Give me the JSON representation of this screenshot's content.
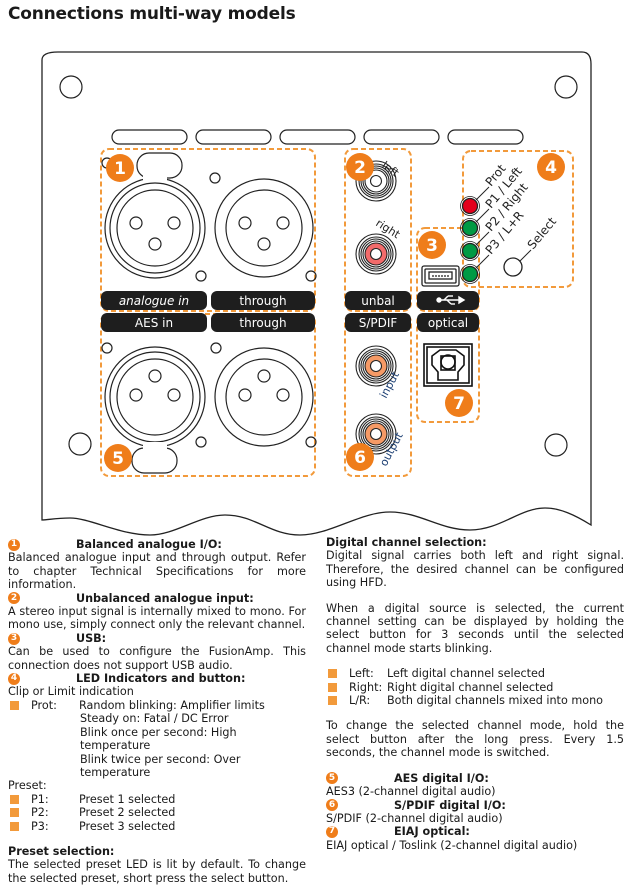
{
  "page_title": "Connections multi-way models",
  "accent_color": "#ef7d1a",
  "panel": {
    "callouts": [
      "1",
      "2",
      "3",
      "4",
      "5",
      "6",
      "7"
    ],
    "labels": {
      "analogue_in": "analogue in",
      "through_top": "through",
      "aes_in": "AES in",
      "through_bottom": "through",
      "unbal": "unbal",
      "spdif": "S/PDIF",
      "optical": "optical",
      "usb_icon": "usb-icon"
    },
    "rca_labels": {
      "left": "left",
      "right": "right",
      "input": "input",
      "output": "output"
    },
    "leds": [
      {
        "label": "Prot",
        "color": "#e3001b"
      },
      {
        "label": "P1 / Left",
        "color": "#009a44"
      },
      {
        "label": "P2 / Right",
        "color": "#009a44"
      },
      {
        "label": "P3 / L+R",
        "color": "#009a44"
      }
    ],
    "select_label": "Select",
    "colors": {
      "rca_red": "#f26b6b",
      "rca_orange": "#f59a66",
      "dash": "#f29a3b",
      "label_bg": "#1e1e1e"
    }
  },
  "left_col": {
    "s1": {
      "num": "1",
      "title": "Balanced analogue I/O:",
      "body": "Balanced analogue input and through output. Refer to chapter Technical Specifications for more information."
    },
    "s2": {
      "num": "2",
      "title": "Unbalanced analogue input:",
      "body": "A stereo input signal is internally mixed to mono. For mono use, simply connect only the relevant channel."
    },
    "s3": {
      "num": "3",
      "title": "USB:",
      "body": "Can be used to configure the FusionAmp. This connection does not support USB audio."
    },
    "s4": {
      "num": "4",
      "title": "LED Indicators and button:",
      "intro": "Clip or Limit indication",
      "prot_key": "Prot:",
      "prot_lines": [
        "Random blinking: Amplifier limits",
        "Steady on: Fatal / DC Error",
        "Blink once per second: High temperature",
        "Blink twice per second: Over temperature"
      ],
      "preset_label": "Preset:",
      "presets": [
        {
          "k": "P1:",
          "v": "Preset 1 selected"
        },
        {
          "k": "P2:",
          "v": "Preset 2 selected"
        },
        {
          "k": "P3:",
          "v": "Preset 3 selected"
        }
      ]
    },
    "preset_selection": {
      "title": "Preset selection:",
      "body": "The selected preset LED is lit by default. To change the selected preset, short press the select button."
    }
  },
  "right_col": {
    "digital": {
      "title": "Digital channel selection:",
      "p1": "Digital signal carries both left and right signal. Therefore, the desired channel can be configured using HFD.",
      "p2": "When a digital source is selected, the current channel setting can be displayed by holding the select button for 3 seconds until the selected channel mode starts blinking.",
      "modes": [
        {
          "k": "Left:",
          "v": "Left digital channel selected"
        },
        {
          "k": "Right:",
          "v": "Right digital channel selected"
        },
        {
          "k": "L/R:",
          "v": "Both digital channels mixed into mono"
        }
      ],
      "p3": "To change the selected channel mode, hold the select button after the long press. Every 1.5 seconds, the channel mode is switched."
    },
    "s5": {
      "num": "5",
      "title": "AES digital I/O:",
      "body": "AES3 (2-channel digital audio)"
    },
    "s6": {
      "num": "6",
      "title": "S/PDIF digital I/O:",
      "body": "S/PDIF (2-channel digital audio)"
    },
    "s7": {
      "num": "7",
      "title": "EIAJ optical:",
      "body": "EIAJ optical / Toslink (2-channel digital audio)"
    }
  }
}
